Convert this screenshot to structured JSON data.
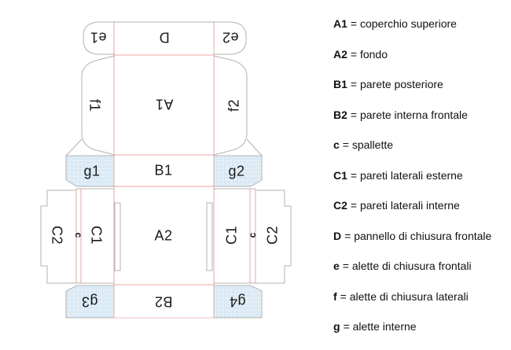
{
  "diagram": {
    "panels": {
      "e1": "e1",
      "d": "D",
      "e2": "e2",
      "f1": "f1",
      "a1": "A1",
      "f2": "f2",
      "g1": "g1",
      "b1": "B1",
      "g2": "g2",
      "c2_left": "C2",
      "c_left": "c",
      "c1_left": "C1",
      "a2": "A2",
      "c1_right": "C1",
      "c_right": "c",
      "c2_right": "C2",
      "g3": "g3",
      "b2": "B2",
      "g4": "g4"
    },
    "colors": {
      "cut_line": "#b3b3b3",
      "fold_line": "#eda3a3",
      "hatch_line": "#a9cbe3",
      "hatch_bg": "#eaf3fa",
      "label": "#1a1a1a"
    }
  },
  "legend": {
    "items": [
      {
        "key": "A1",
        "text": "= coperchio superiore"
      },
      {
        "key": "A2",
        "text": "= fondo"
      },
      {
        "key": "B1",
        "text": "= parete posteriore"
      },
      {
        "key": "B2",
        "text": "= parete interna frontale"
      },
      {
        "key": "c",
        "text": "= spallette"
      },
      {
        "key": "C1",
        "text": "= pareti laterali esterne"
      },
      {
        "key": "C2",
        "text": "= pareti laterali interne"
      },
      {
        "key": "D",
        "text": "= pannello di chiusura frontale"
      },
      {
        "key": "e",
        "text": "= alette di chiusura frontali"
      },
      {
        "key": "f",
        "text": "= alette di chiusura laterali"
      },
      {
        "key": "g",
        "text": "= alette interne"
      }
    ]
  }
}
